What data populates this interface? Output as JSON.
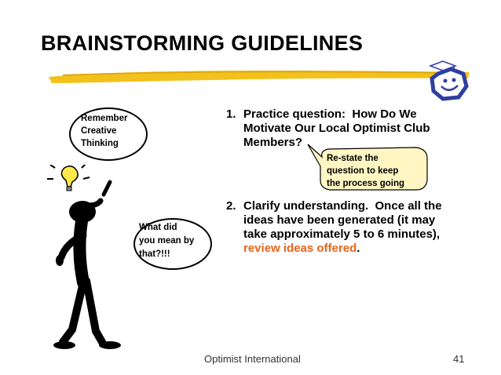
{
  "title": "BRAINSTORMING GUIDELINES",
  "left_bubble": {
    "text": "Remember\nCreative\nThinking"
  },
  "figure_bubble": {
    "text": "What did\nyou mean by\nthat?!!!"
  },
  "callout": {
    "text": "Re-state the\nquestion to keep\nthe process going"
  },
  "items": [
    {
      "number": "1.",
      "text": "Practice question:  How Do We\nMotivate Our Local Optimist Club\nMembers?"
    },
    {
      "number": "2.",
      "text": "Clarify understanding.  Once all the\nideas have been generated (it may\ntake approximately 5 to 6 minutes),\n",
      "highlight": "review ideas offered",
      "suffix": "."
    }
  ],
  "footer": {
    "organization": "Optimist International",
    "page_number": "41"
  },
  "colors": {
    "highlight": "#e8641a",
    "stroke": "#f3c11b",
    "callout_fill": "#fff6c4",
    "logo_blue": "#2f3fa0"
  },
  "icons": [
    "lightbulb-icon",
    "optimist-logo-icon",
    "stick-figure-icon"
  ]
}
